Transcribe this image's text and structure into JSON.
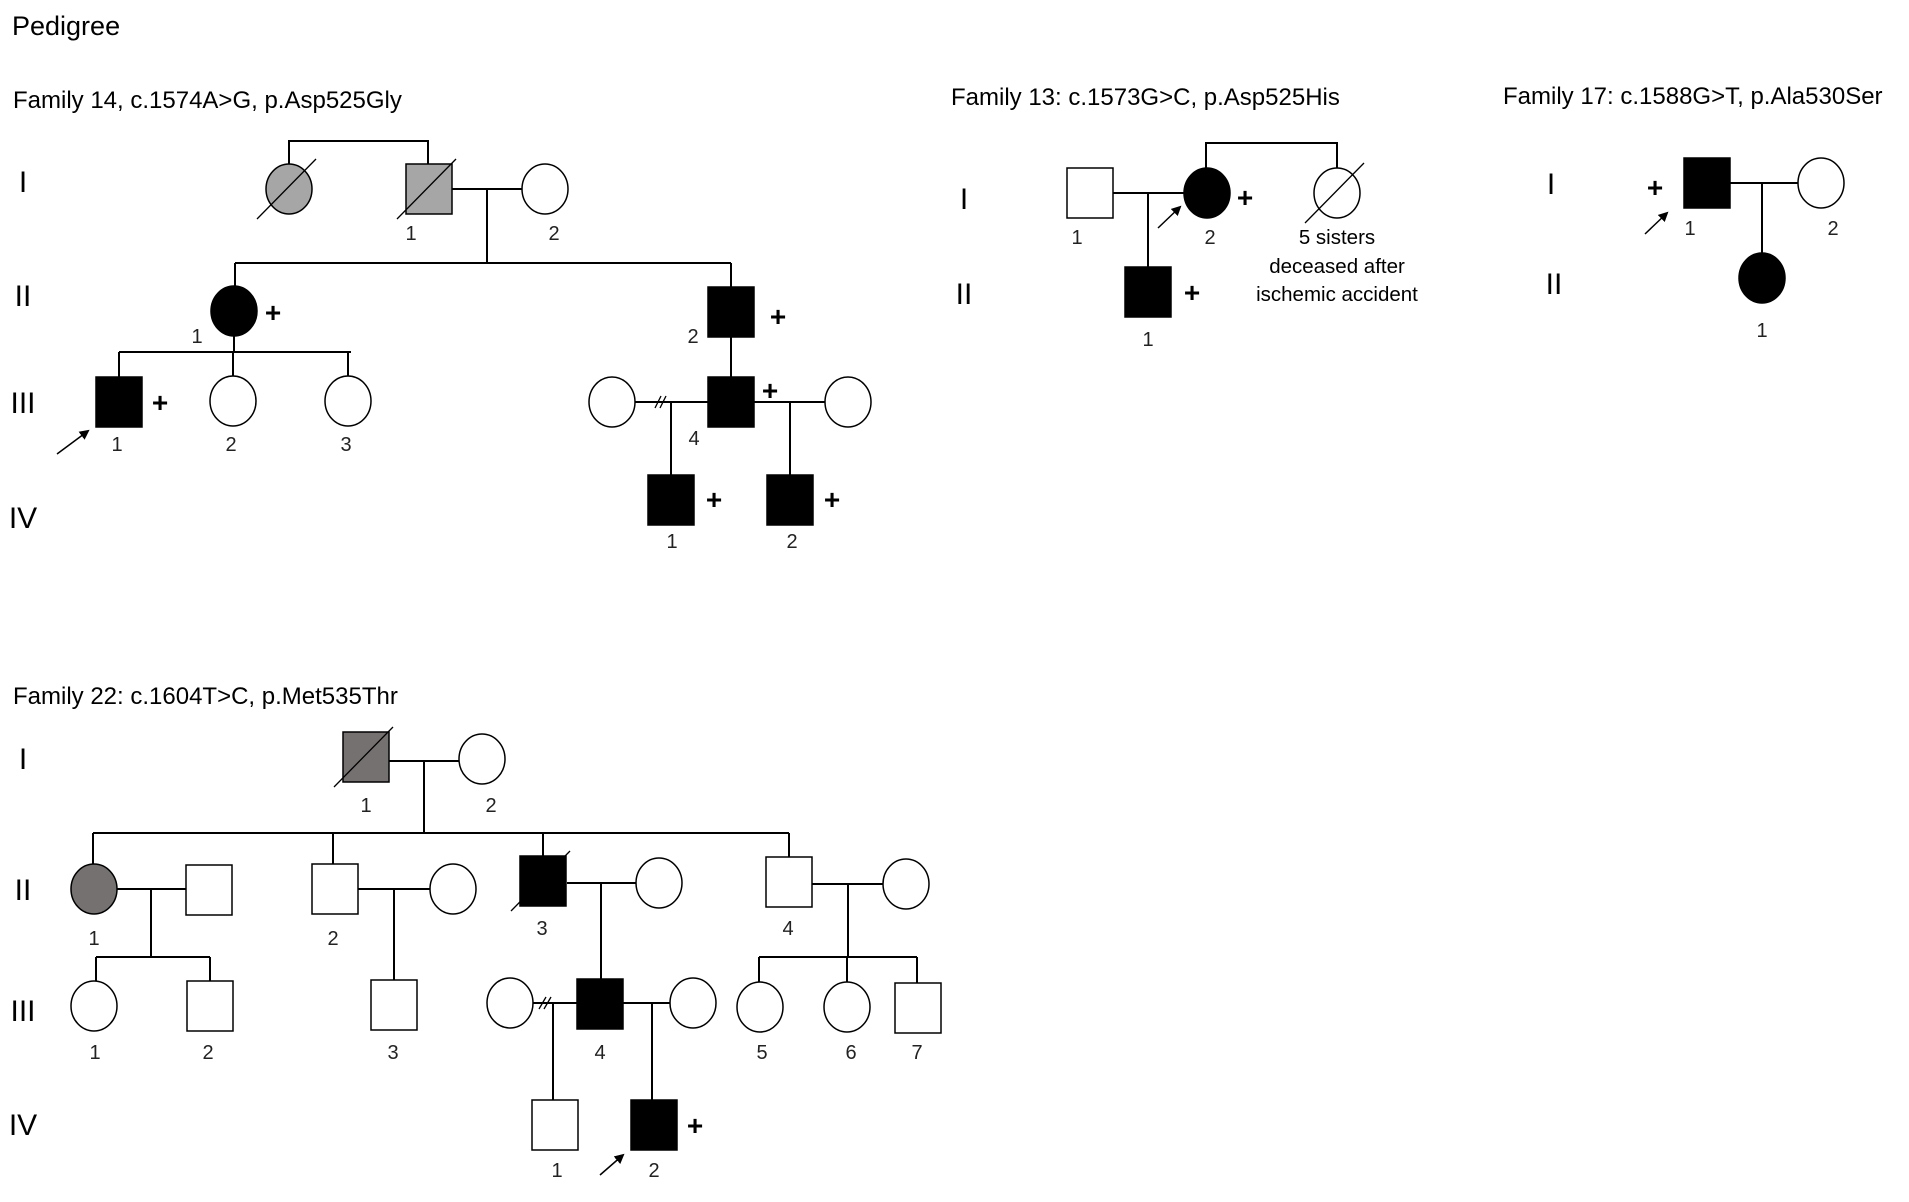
{
  "page_title": "Pedigree",
  "colors": {
    "affected": "#000000",
    "unaffected": "#ffffff",
    "gray_light": "#a6a6a6",
    "gray_dark": "#767171",
    "line": "#000000"
  },
  "legend_symbols": {
    "plus": "+"
  },
  "families": [
    {
      "id": "f14",
      "title": "Family 14, c.1574A>G, p.Asp525Gly",
      "generations": [
        "I",
        "II",
        "III",
        "IV"
      ],
      "individuals": [
        {
          "id": "f14-I-sib",
          "gen": "I",
          "num": "",
          "sex": "F",
          "fill": "gray_light",
          "deceased": true,
          "plus": false,
          "proband": false
        },
        {
          "id": "f14-I-1",
          "gen": "I",
          "num": "1",
          "sex": "M",
          "fill": "gray_light",
          "deceased": true,
          "plus": false,
          "proband": false
        },
        {
          "id": "f14-I-2",
          "gen": "I",
          "num": "2",
          "sex": "F",
          "fill": "unaffected",
          "deceased": false,
          "plus": false,
          "proband": false
        },
        {
          "id": "f14-II-1",
          "gen": "II",
          "num": "1",
          "sex": "F",
          "fill": "affected",
          "deceased": false,
          "plus": true,
          "proband": false
        },
        {
          "id": "f14-II-2",
          "gen": "II",
          "num": "2",
          "sex": "M",
          "fill": "affected",
          "deceased": false,
          "plus": true,
          "proband": false
        },
        {
          "id": "f14-III-1",
          "gen": "III",
          "num": "1",
          "sex": "M",
          "fill": "affected",
          "deceased": false,
          "plus": true,
          "proband": true
        },
        {
          "id": "f14-III-2",
          "gen": "III",
          "num": "2",
          "sex": "F",
          "fill": "unaffected",
          "deceased": false,
          "plus": false,
          "proband": false
        },
        {
          "id": "f14-III-3",
          "gen": "III",
          "num": "3",
          "sex": "F",
          "fill": "unaffected",
          "deceased": false,
          "plus": false,
          "proband": false
        },
        {
          "id": "f14-III-4-spouse1",
          "gen": "III",
          "num": "",
          "sex": "F",
          "fill": "unaffected",
          "deceased": false,
          "plus": false,
          "proband": false
        },
        {
          "id": "f14-III-4",
          "gen": "III",
          "num": "4",
          "sex": "M",
          "fill": "affected",
          "deceased": false,
          "plus": true,
          "proband": false
        },
        {
          "id": "f14-III-4-spouse2",
          "gen": "III",
          "num": "",
          "sex": "F",
          "fill": "unaffected",
          "deceased": false,
          "plus": false,
          "proband": false
        },
        {
          "id": "f14-IV-1",
          "gen": "IV",
          "num": "1",
          "sex": "M",
          "fill": "affected",
          "deceased": false,
          "plus": true,
          "proband": false
        },
        {
          "id": "f14-IV-2",
          "gen": "IV",
          "num": "2",
          "sex": "M",
          "fill": "affected",
          "deceased": false,
          "plus": true,
          "proband": false
        }
      ],
      "relationships": [
        {
          "type": "siblings",
          "members": [
            "f14-I-sib",
            "f14-I-1"
          ]
        },
        {
          "type": "couple",
          "partners": [
            "f14-I-1",
            "f14-I-2"
          ],
          "children": [
            "f14-II-1",
            "f14-II-2"
          ]
        },
        {
          "type": "single-parent",
          "partners": [
            "f14-II-1"
          ],
          "children": [
            "f14-III-1",
            "f14-III-2",
            "f14-III-3"
          ]
        },
        {
          "type": "single-parent",
          "partners": [
            "f14-II-2"
          ],
          "children": [
            "f14-III-4"
          ]
        },
        {
          "type": "separated-couple",
          "partners": [
            "f14-III-4-spouse1",
            "f14-III-4"
          ],
          "children": [
            "f14-IV-1"
          ]
        },
        {
          "type": "couple",
          "partners": [
            "f14-III-4",
            "f14-III-4-spouse2"
          ],
          "children": [
            "f14-IV-2"
          ]
        }
      ]
    },
    {
      "id": "f13",
      "title": "Family 13: c.1573G>C, p.Asp525His",
      "generations": [
        "I",
        "II"
      ],
      "note_lines": [
        "5 sisters",
        "deceased after",
        "ischemic accident"
      ],
      "individuals": [
        {
          "id": "f13-I-1",
          "gen": "I",
          "num": "1",
          "sex": "M",
          "fill": "unaffected",
          "deceased": false,
          "plus": false,
          "proband": false
        },
        {
          "id": "f13-I-2",
          "gen": "I",
          "num": "2",
          "sex": "F",
          "fill": "affected",
          "deceased": false,
          "plus": true,
          "proband": true
        },
        {
          "id": "f13-I-sisters",
          "gen": "I",
          "num": "",
          "sex": "F",
          "fill": "unaffected",
          "deceased": true,
          "plus": false,
          "proband": false,
          "count": 5
        },
        {
          "id": "f13-II-1",
          "gen": "II",
          "num": "1",
          "sex": "M",
          "fill": "affected",
          "deceased": false,
          "plus": true,
          "proband": false
        }
      ],
      "relationships": [
        {
          "type": "siblings",
          "members": [
            "f13-I-2",
            "f13-I-sisters"
          ]
        },
        {
          "type": "couple",
          "partners": [
            "f13-I-1",
            "f13-I-2"
          ],
          "children": [
            "f13-II-1"
          ]
        }
      ]
    },
    {
      "id": "f17",
      "title": "Family 17: c.1588G>T, p.Ala530Ser",
      "generations": [
        "I",
        "II"
      ],
      "individuals": [
        {
          "id": "f17-I-1",
          "gen": "I",
          "num": "1",
          "sex": "M",
          "fill": "affected",
          "deceased": false,
          "plus": true,
          "proband": true
        },
        {
          "id": "f17-I-2",
          "gen": "I",
          "num": "2",
          "sex": "F",
          "fill": "unaffected",
          "deceased": false,
          "plus": false,
          "proband": false
        },
        {
          "id": "f17-II-1",
          "gen": "II",
          "num": "1",
          "sex": "F",
          "fill": "affected",
          "deceased": false,
          "plus": false,
          "proband": false
        }
      ],
      "relationships": [
        {
          "type": "couple",
          "partners": [
            "f17-I-1",
            "f17-I-2"
          ],
          "children": [
            "f17-II-1"
          ]
        }
      ]
    },
    {
      "id": "f22",
      "title": "Family 22: c.1604T>C, p.Met535Thr",
      "generations": [
        "I",
        "II",
        "III",
        "IV"
      ],
      "individuals": [
        {
          "id": "f22-I-1",
          "gen": "I",
          "num": "1",
          "sex": "M",
          "fill": "gray_dark",
          "deceased": true,
          "plus": false,
          "proband": false
        },
        {
          "id": "f22-I-2",
          "gen": "I",
          "num": "2",
          "sex": "F",
          "fill": "unaffected",
          "deceased": false,
          "plus": false,
          "proband": false
        },
        {
          "id": "f22-II-1",
          "gen": "II",
          "num": "1",
          "sex": "F",
          "fill": "gray_dark",
          "deceased": false,
          "plus": false,
          "proband": false
        },
        {
          "id": "f22-II-1-spouse",
          "gen": "II",
          "num": "",
          "sex": "M",
          "fill": "unaffected",
          "deceased": false,
          "plus": false,
          "proband": false
        },
        {
          "id": "f22-II-2",
          "gen": "II",
          "num": "2",
          "sex": "M",
          "fill": "unaffected",
          "deceased": false,
          "plus": false,
          "proband": false
        },
        {
          "id": "f22-II-2-spouse",
          "gen": "II",
          "num": "",
          "sex": "F",
          "fill": "unaffected",
          "deceased": false,
          "plus": false,
          "proband": false
        },
        {
          "id": "f22-II-3",
          "gen": "II",
          "num": "3",
          "sex": "M",
          "fill": "affected",
          "deceased": true,
          "plus": false,
          "proband": false
        },
        {
          "id": "f22-II-3-spouse",
          "gen": "II",
          "num": "",
          "sex": "F",
          "fill": "unaffected",
          "deceased": false,
          "plus": false,
          "proband": false
        },
        {
          "id": "f22-II-4",
          "gen": "II",
          "num": "4",
          "sex": "M",
          "fill": "unaffected",
          "deceased": false,
          "plus": false,
          "proband": false
        },
        {
          "id": "f22-II-4-spouse",
          "gen": "II",
          "num": "",
          "sex": "F",
          "fill": "unaffected",
          "deceased": false,
          "plus": false,
          "proband": false
        },
        {
          "id": "f22-III-1",
          "gen": "III",
          "num": "1",
          "sex": "F",
          "fill": "unaffected",
          "deceased": false,
          "plus": false,
          "proband": false
        },
        {
          "id": "f22-III-2",
          "gen": "III",
          "num": "2",
          "sex": "M",
          "fill": "unaffected",
          "deceased": false,
          "plus": false,
          "proband": false
        },
        {
          "id": "f22-III-3",
          "gen": "III",
          "num": "3",
          "sex": "M",
          "fill": "unaffected",
          "deceased": false,
          "plus": false,
          "proband": false
        },
        {
          "id": "f22-III-4-spouse1",
          "gen": "III",
          "num": "",
          "sex": "F",
          "fill": "unaffected",
          "deceased": false,
          "plus": false,
          "proband": false
        },
        {
          "id": "f22-III-4",
          "gen": "III",
          "num": "4",
          "sex": "M",
          "fill": "affected",
          "deceased": false,
          "plus": false,
          "proband": false
        },
        {
          "id": "f22-III-4-spouse2",
          "gen": "III",
          "num": "",
          "sex": "F",
          "fill": "unaffected",
          "deceased": false,
          "plus": false,
          "proband": false
        },
        {
          "id": "f22-III-5",
          "gen": "III",
          "num": "5",
          "sex": "F",
          "fill": "unaffected",
          "deceased": false,
          "plus": false,
          "proband": false
        },
        {
          "id": "f22-III-6",
          "gen": "III",
          "num": "6",
          "sex": "F",
          "fill": "unaffected",
          "deceased": false,
          "plus": false,
          "proband": false
        },
        {
          "id": "f22-III-7",
          "gen": "III",
          "num": "7",
          "sex": "M",
          "fill": "unaffected",
          "deceased": false,
          "plus": false,
          "proband": false
        },
        {
          "id": "f22-IV-1",
          "gen": "IV",
          "num": "1",
          "sex": "M",
          "fill": "unaffected",
          "deceased": false,
          "plus": false,
          "proband": false
        },
        {
          "id": "f22-IV-2",
          "gen": "IV",
          "num": "2",
          "sex": "M",
          "fill": "affected",
          "deceased": false,
          "plus": true,
          "proband": true
        }
      ],
      "relationships": [
        {
          "type": "couple",
          "partners": [
            "f22-I-1",
            "f22-I-2"
          ],
          "children": [
            "f22-II-1",
            "f22-II-2",
            "f22-II-3",
            "f22-II-4"
          ]
        },
        {
          "type": "couple",
          "partners": [
            "f22-II-1",
            "f22-II-1-spouse"
          ],
          "children": [
            "f22-III-1",
            "f22-III-2"
          ]
        },
        {
          "type": "couple",
          "partners": [
            "f22-II-2",
            "f22-II-2-spouse"
          ],
          "children": [
            "f22-III-3"
          ]
        },
        {
          "type": "couple",
          "partners": [
            "f22-II-3",
            "f22-II-3-spouse"
          ],
          "children": [
            "f22-III-4"
          ]
        },
        {
          "type": "couple",
          "partners": [
            "f22-II-4",
            "f22-II-4-spouse"
          ],
          "children": [
            "f22-III-5",
            "f22-III-6",
            "f22-III-7"
          ]
        },
        {
          "type": "separated-couple",
          "partners": [
            "f22-III-4-spouse1",
            "f22-III-4"
          ],
          "children": [
            "f22-IV-1"
          ]
        },
        {
          "type": "couple",
          "partners": [
            "f22-III-4",
            "f22-III-4-spouse2"
          ],
          "children": [
            "f22-IV-2"
          ]
        }
      ]
    }
  ]
}
